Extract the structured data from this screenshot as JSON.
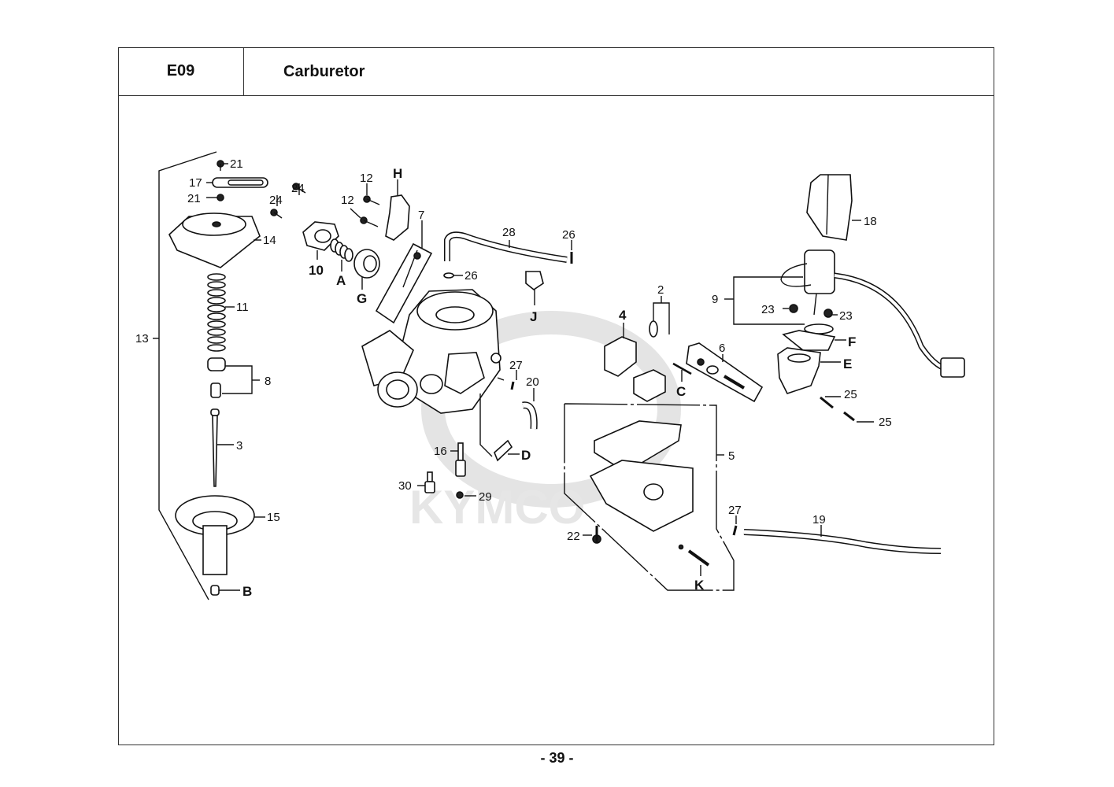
{
  "header": {
    "section_code": "E09",
    "title": "Carburetor"
  },
  "footer": {
    "page_number": "- 39 -"
  },
  "watermark": {
    "brand": "KYMCO"
  },
  "callouts": {
    "c21a": "21",
    "c17": "17",
    "c21b": "21",
    "c14": "14",
    "c11": "11",
    "c13": "13",
    "c8": "8",
    "c3": "3",
    "c15": "15",
    "cB": "B",
    "c24a": "24",
    "c24b": "24",
    "c10": "10",
    "cA": "A",
    "cG": "G",
    "c12a": "12",
    "c12b": "12",
    "cH": "H",
    "c7": "7",
    "c28": "28",
    "c26a": "26",
    "c26b": "26",
    "cJ": "J",
    "c27a": "27",
    "c20": "20",
    "c16": "16",
    "cD": "D",
    "c30": "30",
    "c29": "29",
    "c2": "2",
    "c4": "4",
    "cC": "C",
    "c6": "6",
    "c9": "9",
    "c18": "18",
    "c23a": "23",
    "c23b": "23",
    "cF": "F",
    "cE": "E",
    "c25a": "25",
    "c25b": "25",
    "c5": "5",
    "c22": "22",
    "cK": "K",
    "c27b": "27",
    "c19": "19"
  }
}
